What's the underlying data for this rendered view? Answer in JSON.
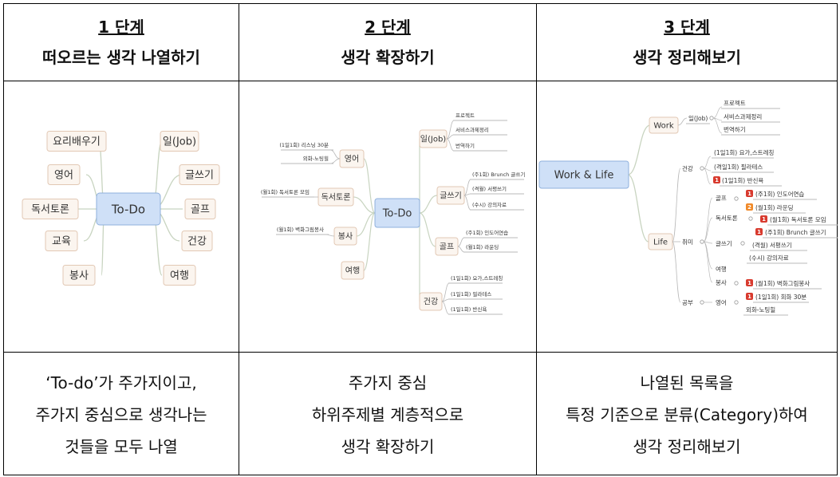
{
  "columns": [
    {
      "step": "1 단계",
      "title": "떠오르는 생각 나열하기",
      "desc": [
        "‘To-do’가 주가지이고,",
        "주가지 중심으로 생각나는",
        "것들을 모두 나열"
      ]
    },
    {
      "step": "2 단계",
      "title": "생각 확장하기",
      "desc": [
        "주가지 중심",
        "하위주제별 계층적으로",
        "생각 확장하기"
      ]
    },
    {
      "step": "3 단계",
      "title": "생각 정리해보기",
      "desc": [
        "나열된 목록을",
        "특정 기준으로 분류(Category)하여",
        "생각 정리해보기"
      ]
    }
  ],
  "map1": {
    "center": "To-Do",
    "left": [
      "요리배우기",
      "영어",
      "독서토론",
      "교육",
      "봉사"
    ],
    "right": [
      "일(Job)",
      "글쓰기",
      "골프",
      "건강",
      "여행"
    ]
  },
  "map2": {
    "center": "To-Do",
    "branches": {
      "english": "영어",
      "reading": "독서토론",
      "volunteer": "봉사",
      "travel": "여행",
      "job": "일(Job)",
      "writing": "글쓰기",
      "golf": "골프",
      "health": "건강"
    },
    "english_leaves": [
      "(1일1회) 리스닝 30분",
      "외화-노팅힐"
    ],
    "reading_leaves": [
      "(월1회) 독서토론 모임"
    ],
    "volunteer_leaves": [
      "(월1회) 벽화그림봉사"
    ],
    "job_leaves": [
      "프로젝트",
      "서비스과제정리",
      "번역하기"
    ],
    "writing_leaves": [
      "(주1회) Brunch 글쓰기",
      "(격월) 서평쓰기",
      "(수시) 강의자료"
    ],
    "golf_leaves": [
      "(주1회) 인도어연습",
      "(월1회) 라운딩"
    ],
    "health_leaves": [
      "(1일1회) 요가,스트레칭",
      "(1일1회) 필라테스",
      "(1일1회) 반신욕"
    ]
  },
  "map3": {
    "center": "Work & Life",
    "work": "Work",
    "job": "일(Job)",
    "job_leaves": [
      "프로젝트",
      "서비스과제정리",
      "번역하기"
    ],
    "life": "Life",
    "health": "건강",
    "health_leaves": [
      "(1일1회) 요가,스트레칭",
      "(격일1회) 필라테스",
      "(1일1회) 반신욕"
    ],
    "hobby": "취미",
    "golf": "골프",
    "golf_leaves": [
      "(주1회) 인도어연습",
      "(월1회) 라운딩"
    ],
    "reading": "독서토론",
    "reading_leaf": "(월1회) 독서토론 모임",
    "writing": "글쓰기",
    "writing_leaves": [
      "(주1회) Brunch 글쓰기",
      "(격월) 서평쓰기",
      "(수시) 강의자료"
    ],
    "travel": "여행",
    "volunteer": "봉사",
    "volunteer_leaf": "(월1회) 벽화그림봉사",
    "study": "공부",
    "english": "영어",
    "english_leaves": [
      "(1일1회) 회화 30분",
      "외화-노팅힐"
    ],
    "badges": [
      "1",
      "2"
    ]
  },
  "colors": {
    "center_fill": "#cfe0f7",
    "center_stroke": "#8fb0dd",
    "node_fill": "#fbf5ef",
    "node_stroke": "#e2c8b4",
    "line": "#c8d4c0",
    "leaf_line": "#b8b8b8",
    "badge_red": "#d83a2e",
    "badge_orange": "#f08a2a"
  }
}
